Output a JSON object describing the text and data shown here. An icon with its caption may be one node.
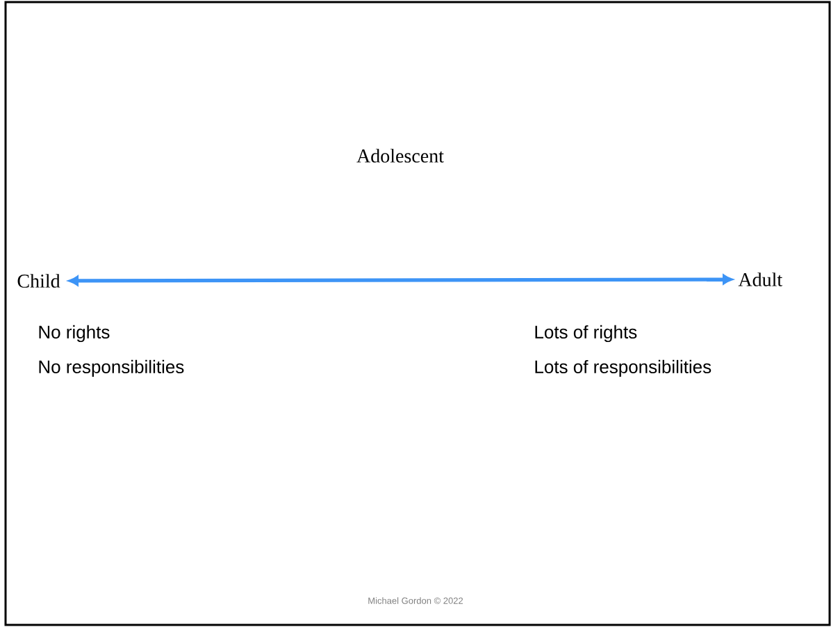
{
  "diagram": {
    "title": "Adolescent",
    "nodes": [
      {
        "text": [
          "Child"
        ]
      },
      {
        "text": [
          "Adult"
        ]
      }
    ],
    "edges": [
      {
        "from": 0,
        "to": 1,
        "arrow": "both"
      }
    ],
    "labels": [
      "No rights",
      "No responsibilities",
      "Lots of rights",
      "Lots of responsibilities",
      "Michael Gordon © 2022"
    ]
  }
}
